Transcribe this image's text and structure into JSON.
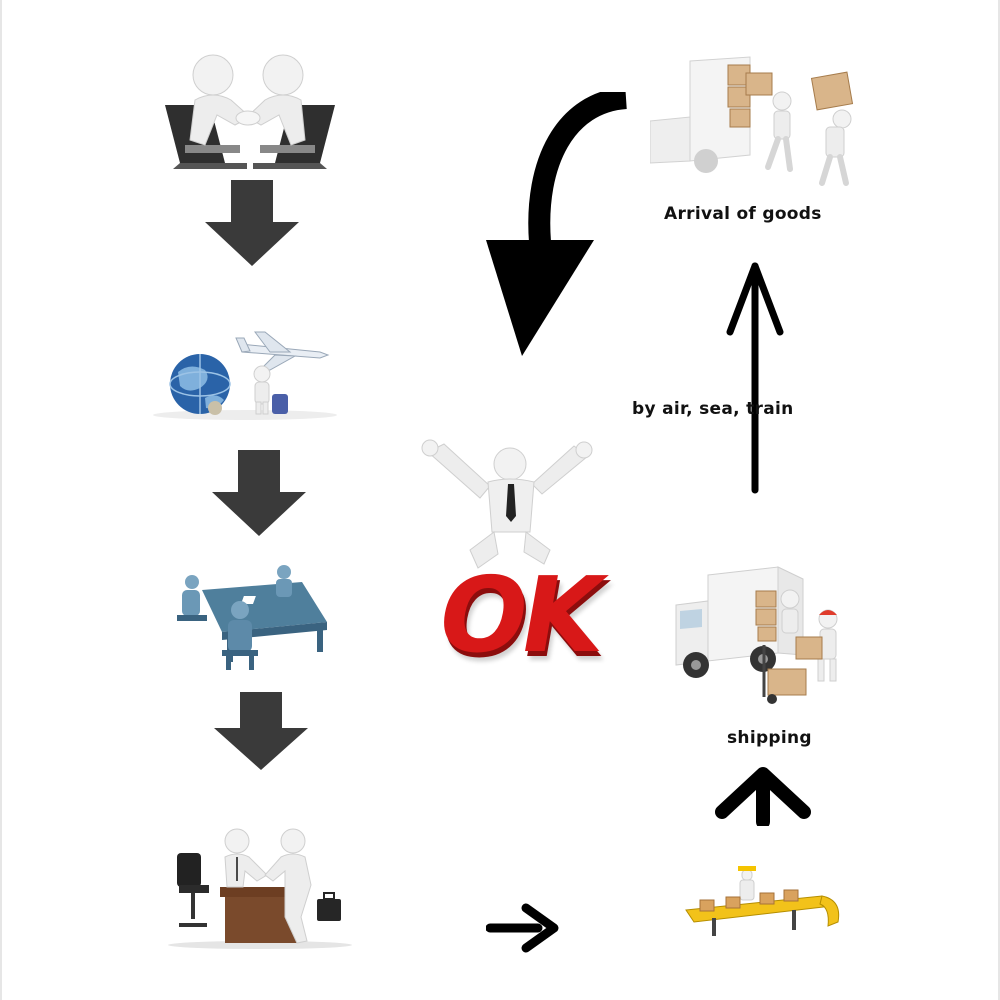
{
  "diagram": {
    "colors": {
      "arrow_dark": "#3a3a3a",
      "arrow_black": "#000000",
      "ok_red": "#d81818",
      "figure_white": "#f2f2f2",
      "box_brown": "#d9b58a",
      "desk_blue": "#4f7f9c",
      "truck_white": "#f4f4f4"
    },
    "steps": {
      "online_negotiation": {
        "icon": "handshake-laptop-icon"
      },
      "sample_travel": {
        "icon": "globe-airplane-icon"
      },
      "meeting": {
        "icon": "conference-table-icon"
      },
      "contract_signing": {
        "icon": "office-handshake-icon"
      },
      "production": {
        "icon": "conveyor-belt-icon"
      },
      "shipping": {
        "icon": "delivery-truck-icon",
        "label": "shipping"
      },
      "transport": {
        "label": "by air, sea, train"
      },
      "arrival": {
        "icon": "unloading-truck-icon",
        "label": "Arrival of goods"
      },
      "completion": {
        "icon": "ok-celebration-icon",
        "text": "OK"
      }
    }
  }
}
